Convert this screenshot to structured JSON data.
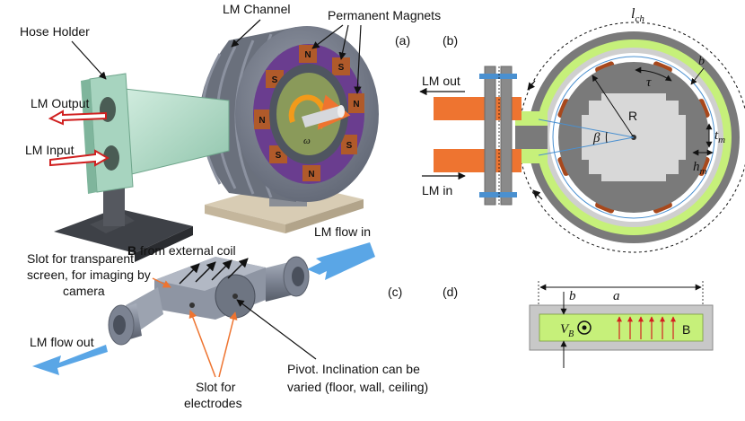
{
  "panel_a": {
    "tag": "(a)",
    "hose_holder": "Hose Holder",
    "lm_channel": "LM Channel",
    "permanent_magnets": "Permanent Magnets",
    "lm_output": "LM Output",
    "lm_input": "LM Input",
    "omega": "ω",
    "pole_n": "N",
    "pole_s": "S"
  },
  "panel_b": {
    "tag": "(b)",
    "lm_out": "LM out",
    "lm_in": "LM in",
    "l_ch": "l",
    "l_ch_sub": "ch",
    "b": "b",
    "tau": "τ",
    "R": "R",
    "beta": "β",
    "t_m": "t",
    "t_m_sub": "m",
    "h_m": "h",
    "h_m_sub": "m"
  },
  "panel_c": {
    "tag": "(c)",
    "b_field_bold": "B",
    "b_field_rest": " from external coil",
    "slot_screen_1": "Slot for transparent",
    "slot_screen_2": "screen, for imaging by",
    "slot_screen_3": "camera",
    "lm_flow_in": "LM flow in",
    "lm_flow_out": "LM flow out",
    "slot_electrodes_1": "Slot for",
    "slot_electrodes_2": "electrodes",
    "pivot_1": "Pivot. Inclination can be",
    "pivot_2": "varied (floor, wall, ceiling)"
  },
  "panel_d": {
    "tag": "(d)",
    "a": "a",
    "b": "b",
    "v": "V",
    "v_sub": "B",
    "B": "B"
  },
  "colors": {
    "orange": "#ee7430",
    "lm_green": "#c6f07a",
    "magnet_brown": "#a8481c",
    "steel_gray": "#808080",
    "panel_gray": "#c8c8c8",
    "arrow_blue": "#5aa6e6",
    "field_red": "#d42020",
    "hose_green": "#b7dccb"
  }
}
